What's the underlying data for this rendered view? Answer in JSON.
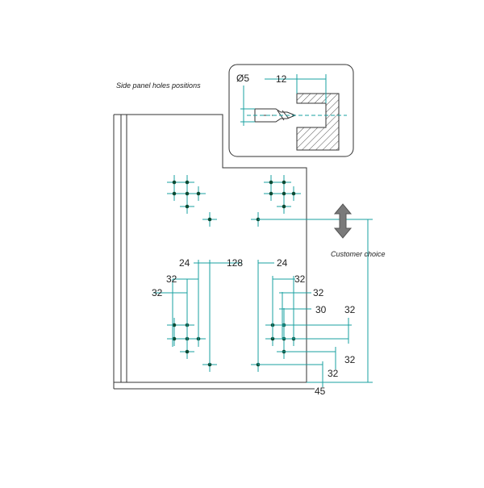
{
  "caption": "Side panel holes positions",
  "customer_choice": "Customer choice",
  "detail": {
    "diameter": "Ø5",
    "depth": "12"
  },
  "dims": {
    "d24_left": "24",
    "d128": "128",
    "d24_right": "24",
    "d32_a": "32",
    "d32_b": "32",
    "d32_c": "32",
    "d32_d": "32",
    "d30": "30",
    "d32_e": "32",
    "d32_f": "32",
    "d32_g": "32",
    "d45": "45"
  },
  "colors": {
    "hole": "#0b4a33",
    "dim": "#1aa0a0",
    "line": "#333333",
    "arrow": "#7a7a7a"
  }
}
